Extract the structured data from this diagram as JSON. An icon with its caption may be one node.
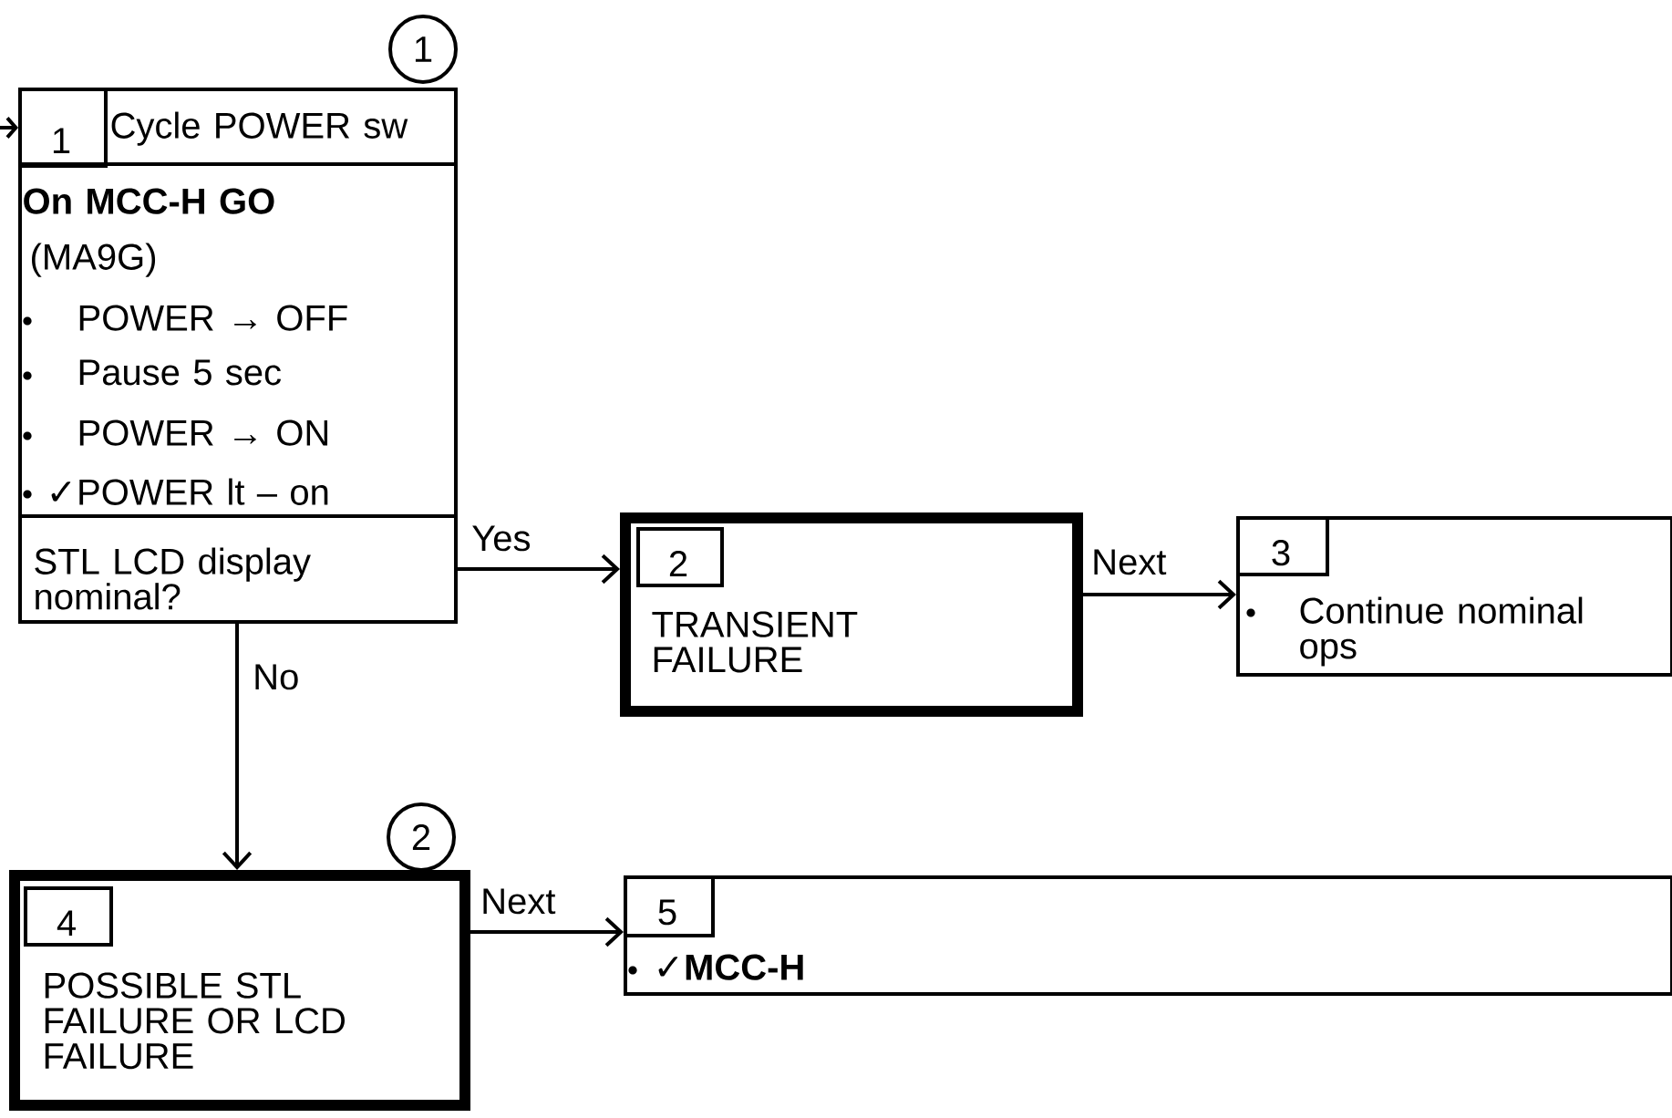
{
  "diagram": {
    "nodes": [
      {
        "text": [
          "1"
        ]
      },
      {
        "text": [
          "Cycle POWER sw",
          "On MCC-H GO",
          "(MA9G)",
          "POWER → OFF",
          "Pause 5 sec",
          "POWER → ON",
          "✓POWER lt – on",
          "STL LCD display nominal?"
        ]
      },
      {
        "text": [
          "1"
        ],
        "in": 1
      },
      {
        "text": [
          "TRANSIENT FAILURE"
        ]
      },
      {
        "text": [
          "2"
        ],
        "in": 3
      },
      {
        "text": [
          "Continue nominal ops"
        ]
      },
      {
        "text": [
          "3"
        ],
        "in": 5
      },
      {
        "text": [
          "2"
        ]
      },
      {
        "text": [
          "POSSIBLE STL FAILURE OR LCD FAILURE"
        ]
      },
      {
        "text": [
          "4"
        ],
        "in": 8
      },
      {
        "text": [
          "✓MCC-H"
        ]
      },
      {
        "text": [
          "5"
        ],
        "in": 10
      }
    ],
    "edges": [
      {
        "from": null,
        "to": 2,
        "arrow": "to"
      },
      {
        "from": 1,
        "to": 3,
        "arrow": "to",
        "label": "Yes"
      },
      {
        "from": 3,
        "to": 5,
        "arrow": "to",
        "label": "Next"
      },
      {
        "from": 1,
        "to": 8,
        "arrow": "to",
        "label": "No"
      },
      {
        "from": 8,
        "to": 10,
        "arrow": "to",
        "label": "Next"
      }
    ]
  }
}
